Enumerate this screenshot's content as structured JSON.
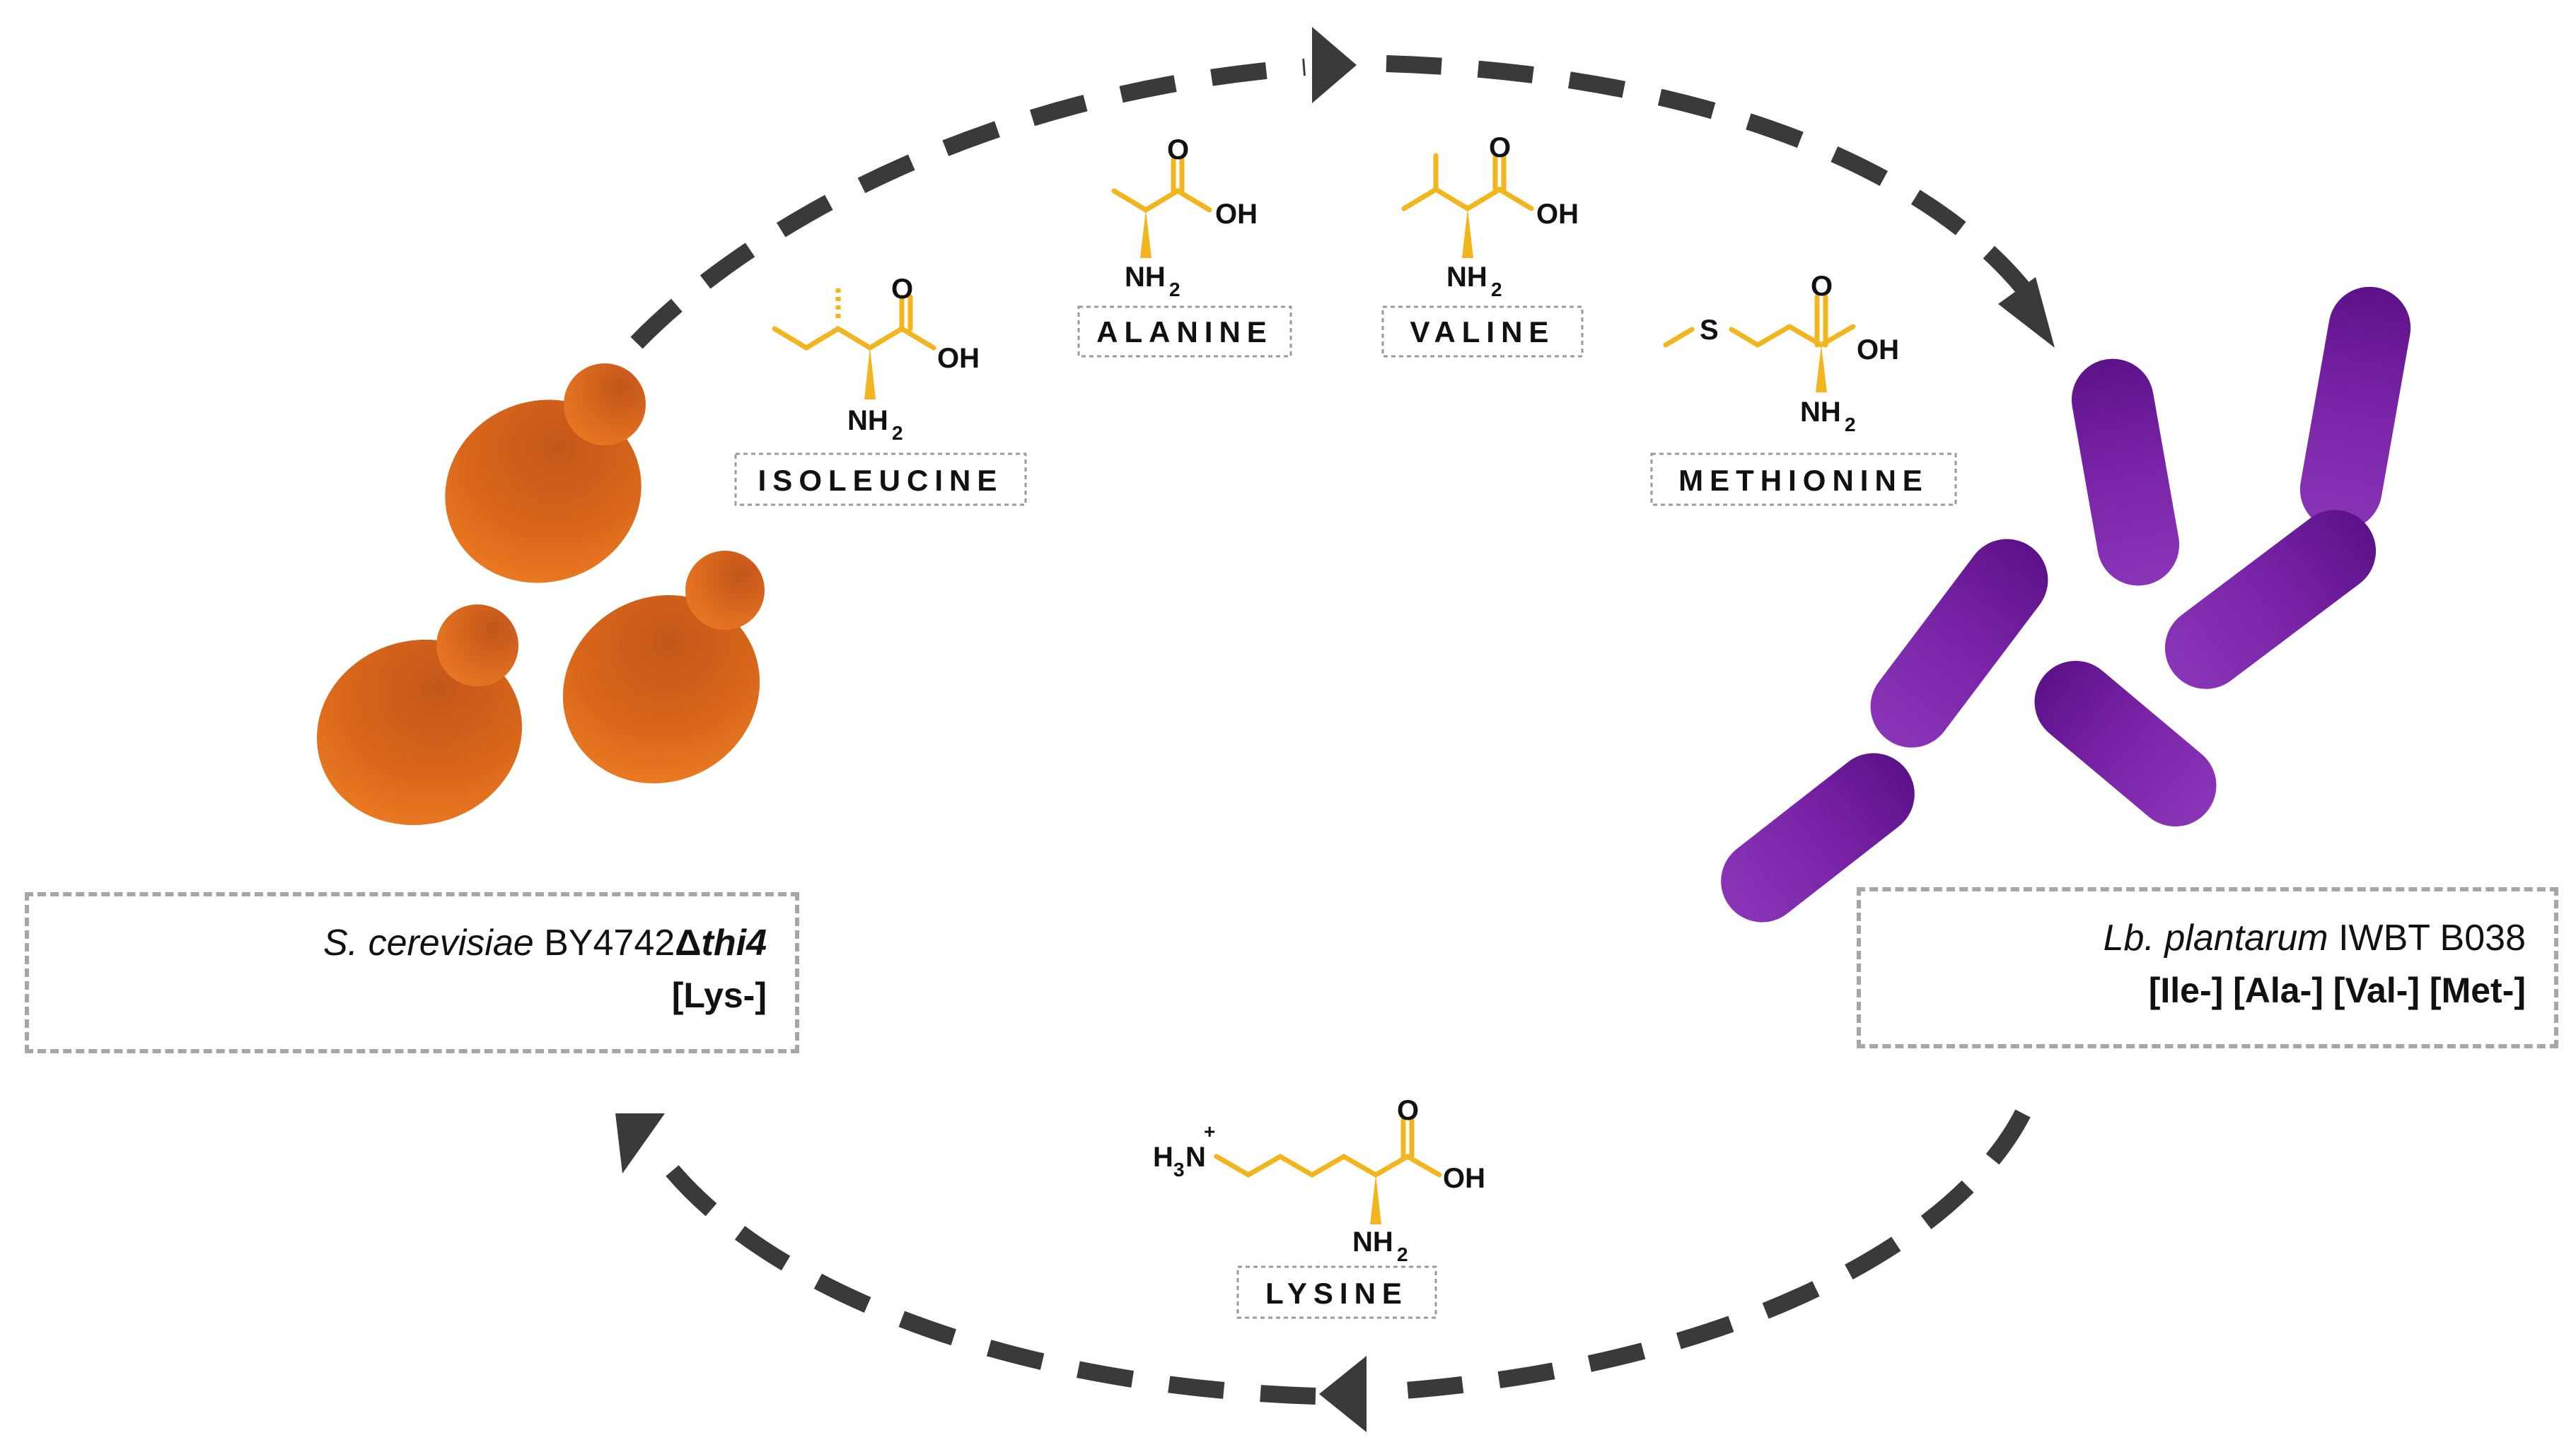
{
  "colors": {
    "yeast": "#e8731a",
    "bacteria": "#7321a0",
    "molecule": "#f2b51d",
    "arrow": "#3a3a3a",
    "box_border": "#a6a6a6"
  },
  "yeast": {
    "name_italic": "S. cerevisiae",
    "strain": "BY4742",
    "delta": "Δ",
    "gene": "thi4",
    "auxotrophy": "[Lys-]"
  },
  "bacteria": {
    "name_italic": "Lb. plantarum",
    "strain": "IWBT B038",
    "auxotrophies": "[Ile-] [Ala-] [Val-] [Met-]"
  },
  "amino_acids": {
    "isoleucine": {
      "label": "ISOLEUCINE",
      "oh": "OH",
      "o": "O",
      "nh": "NH",
      "sub": "2"
    },
    "alanine": {
      "label": "ALANINE",
      "oh": "OH",
      "o": "O",
      "nh": "NH",
      "sub": "2"
    },
    "valine": {
      "label": "VALINE",
      "oh": "OH",
      "o": "O",
      "nh": "NH",
      "sub": "2"
    },
    "methionine": {
      "label": "METHIONINE",
      "oh": "OH",
      "o": "O",
      "nh": "NH",
      "sub": "2",
      "s": "S"
    },
    "lysine": {
      "label": "LYSINE",
      "oh": "OH",
      "o": "O",
      "nh": "NH",
      "sub": "2",
      "h": "H",
      "h_sub": "3",
      "n": "N",
      "plus": "+"
    }
  }
}
